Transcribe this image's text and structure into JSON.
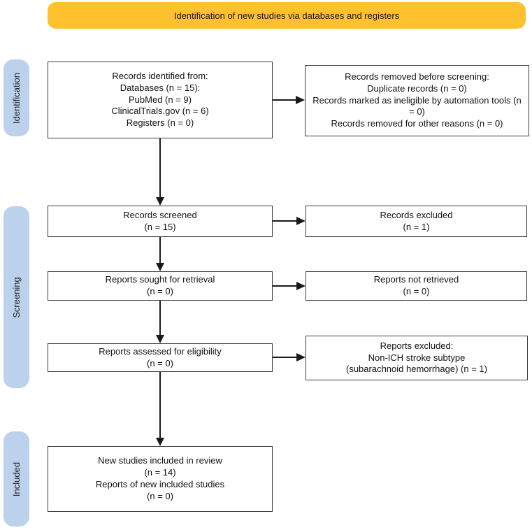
{
  "banner": {
    "label": "Identification of new studies via databases and registers"
  },
  "stages": [
    {
      "label": "Identification"
    },
    {
      "label": "Screening"
    },
    {
      "label": "Included"
    }
  ],
  "boxes": {
    "records_identified": "Records identified from:\nDatabases (n = 15):\nPubMed (n = 9)\nClinicalTrials.gov (n = 6)\nRegisters (n = 0)",
    "records_removed": "Records removed before screening:\nDuplicate records (n = 0)\nRecords marked as ineligible by automation tools (n = 0)\nRecords removed for other reasons (n = 0)",
    "records_screened": "Records screened\n(n = 15)",
    "records_excluded": "Records excluded\n(n = 1)",
    "reports_sought": "Reports sought for retrieval\n(n = 0)",
    "reports_not_retrieved": "Reports not retrieved\n(n = 0)",
    "reports_assessed": "Reports assessed for eligibility\n(n = 0)",
    "reports_excluded": "Reports excluded:\nNon-ICH stroke subtype\n(subarachnoid hemorrhage) (n = 1)",
    "studies_included": "New studies included in review\n(n = 14)\nReports of new included studies\n(n = 0)"
  },
  "colors": {
    "banner_background": "#FFC12E",
    "stage_pill_background": "#BCD2EC",
    "box_border": "#3A3A3A",
    "arrow": "#1A1A1A",
    "text": "#111111"
  }
}
